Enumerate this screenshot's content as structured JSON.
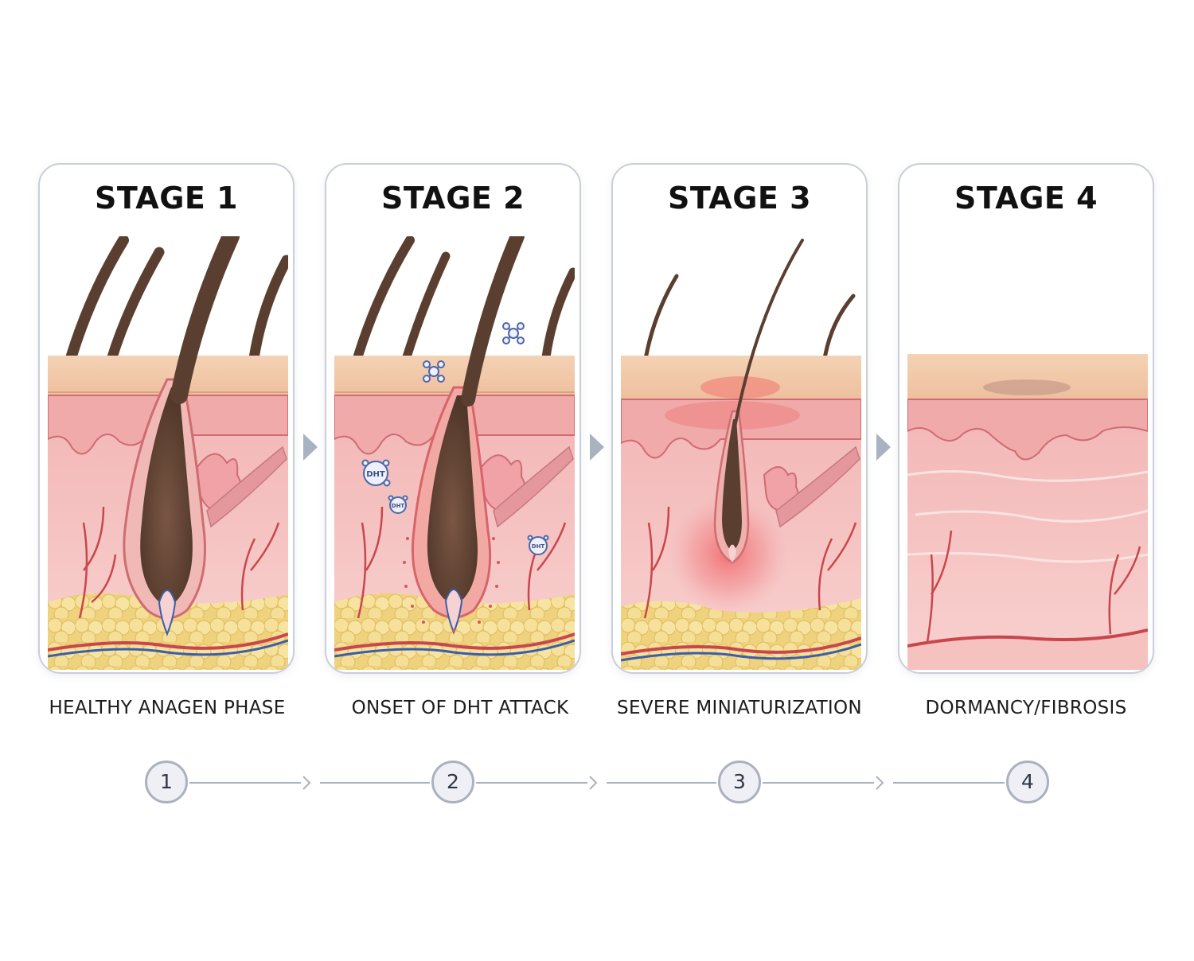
{
  "stages": [
    {
      "title": "STAGE 1",
      "caption": "HEALTHY ANAGEN PHASE",
      "number": "1"
    },
    {
      "title": "STAGE 2",
      "caption": "ONSET OF DHT ATTACK",
      "number": "2"
    },
    {
      "title": "STAGE 3",
      "caption": "SEVERE MINIATURIZATION",
      "number": "3"
    },
    {
      "title": "STAGE 4",
      "caption": "DORMANCY/FIBROSIS",
      "number": "4"
    }
  ],
  "molecule_label": "DHT",
  "colors": {
    "epidermis": "#f1c9a8",
    "dermis": "#f6c6c4",
    "fat": "#f4dc8a",
    "hair": "#5a3f30",
    "vessel_red": "#c9464d",
    "vessel_blue": "#3c5ea8",
    "card_border": "#c9ced8",
    "arrow": "#a9b2c0"
  }
}
